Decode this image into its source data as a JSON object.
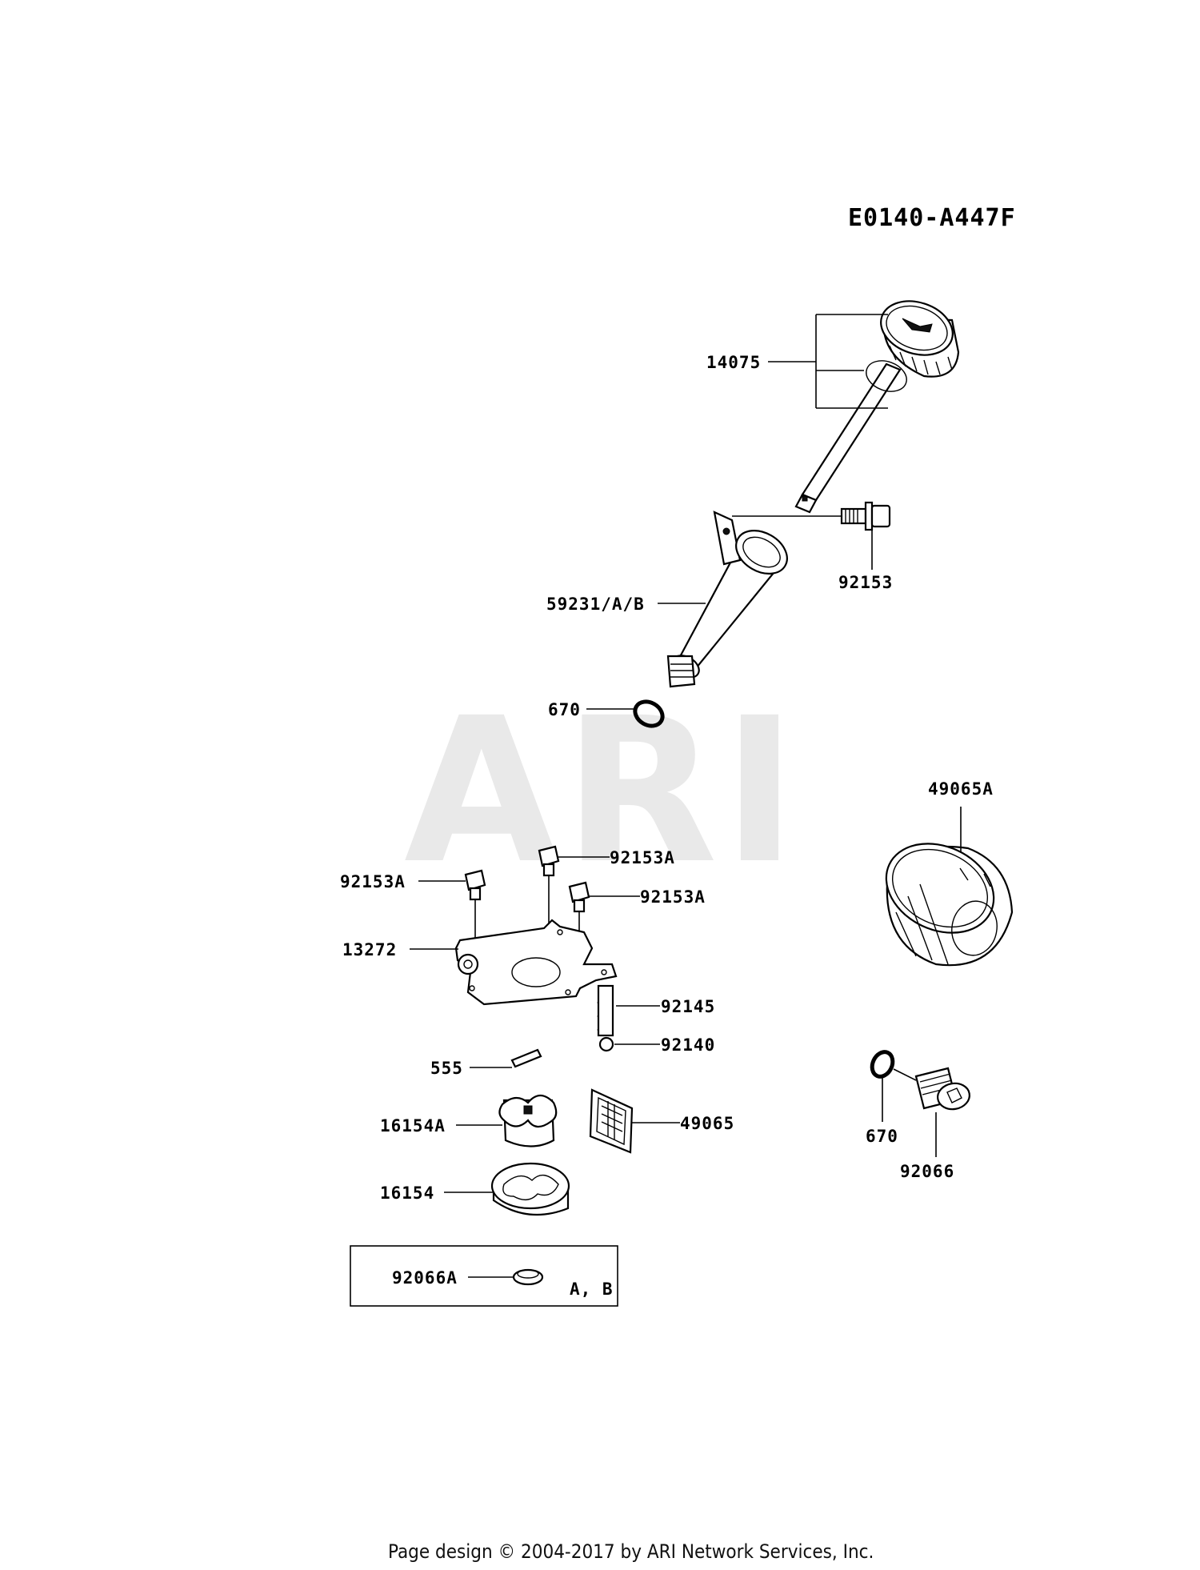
{
  "diagram_code": "E0140-A447F",
  "watermark": "ARI",
  "footer": "Page design © 2004-2017 by ARI Network Services, Inc.",
  "labels": {
    "p14075": "14075",
    "p92153": "92153",
    "p59231": "59231/A/B",
    "p670_tube": "670",
    "p49065A": "49065A",
    "p92153A_top": "92153A",
    "p92153A_left": "92153A",
    "p92153A_right": "92153A",
    "p13272": "13272",
    "p92145": "92145",
    "p92140": "92140",
    "p555": "555",
    "p16154A": "16154A",
    "p49065": "49065",
    "p16154": "16154",
    "p670_plug": "670",
    "p92066": "92066",
    "p92066A": "92066A",
    "variant_note": "A, B"
  }
}
